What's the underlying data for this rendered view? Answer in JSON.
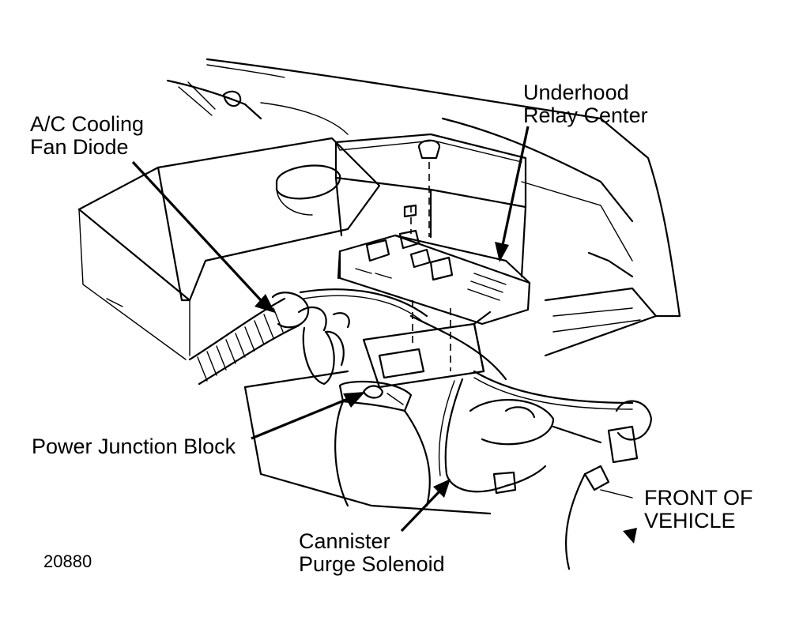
{
  "labels": {
    "ac_cooling_fan_diode": [
      "A/C Cooling",
      "Fan Diode"
    ],
    "underhood_relay_center": [
      "Underhood",
      "Relay Center"
    ],
    "power_junction_block": "Power Junction Block",
    "cannister_purge_solenoid": [
      "Cannister",
      "Purge Solenoid"
    ],
    "front_of_vehicle": [
      "FRONT OF",
      "VEHICLE"
    ],
    "figure_number": "20880"
  }
}
